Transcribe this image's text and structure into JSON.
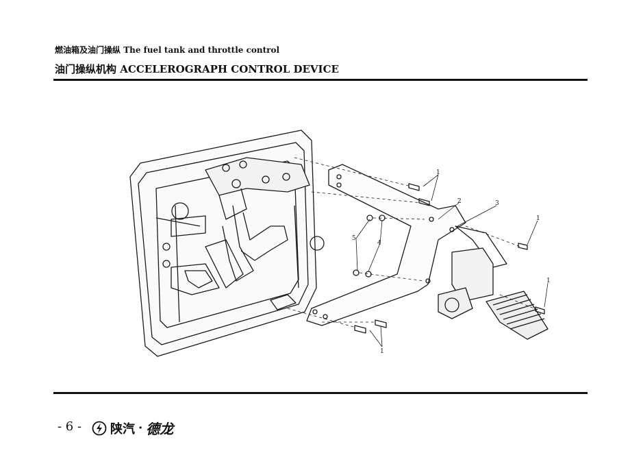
{
  "header": {
    "section_zh": "燃油箱及油门操纵",
    "section_en": "The fuel tank and throttle control",
    "title_zh": "油门操纵机构",
    "title_en": "ACCELEROGRAPH CONTROL DEVICE"
  },
  "diagram": {
    "callouts": [
      "1",
      "2",
      "3",
      "1",
      "1",
      "5",
      "4",
      "1"
    ]
  },
  "footer": {
    "page_number": "- 6 -",
    "brand_main": "陕汽",
    "brand_dot": "·",
    "brand_script": "德龙",
    "logo_icon": "shaanxi-bolt-logo-icon"
  }
}
